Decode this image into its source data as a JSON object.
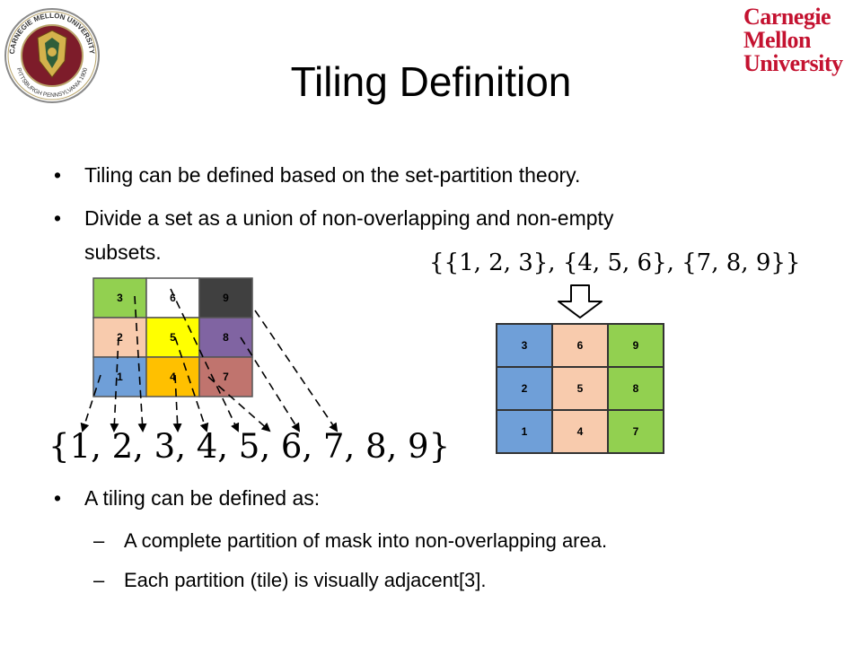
{
  "slide": {
    "title": "Tiling Definition",
    "logo": {
      "seal_text": "CARNEGIE MELLON UNIVERSITY",
      "seal_subtext": "PITTSBURGH PENNSYLVANIA 1900",
      "wordmark": [
        "Carnegie",
        "Mellon",
        "University"
      ],
      "brand_color": "#c41230"
    },
    "bullets": [
      "Tiling can be defined based on the set-partition theory.",
      "Divide a set as a union of non-overlapping and non-empty",
      "subsets.",
      "A tiling can be defined as:"
    ],
    "bullet_marker": "•",
    "sub_marker": "–",
    "sub_bullets": [
      "A  complete partition of mask into non-overlapping area.",
      "Each partition (tile) is visually adjacent[3]."
    ],
    "math": {
      "full_set": "{1, 2, 3, 4, 5, 6, 7, 8, 9}",
      "partition": "{{1, 2, 3}, {4, 5, 6}, {7, 8, 9}}"
    },
    "left_grid": {
      "labels": [
        [
          "3",
          "6",
          "9"
        ],
        [
          "2",
          "5",
          "8"
        ],
        [
          "1",
          "4",
          "7"
        ]
      ],
      "colors": [
        [
          "#92d050",
          "#ffffff",
          "#404040"
        ],
        [
          "#f8cbad",
          "#ffff00",
          "#8064a2"
        ],
        [
          "#6f9fd8",
          "#ffc000",
          "#c0746e"
        ]
      ]
    },
    "right_grid": {
      "labels": [
        [
          "3",
          "6",
          "9"
        ],
        [
          "2",
          "5",
          "8"
        ],
        [
          "1",
          "4",
          "7"
        ]
      ],
      "colors": [
        [
          "#6f9fd8",
          "#f8cbad",
          "#92d050"
        ],
        [
          "#6f9fd8",
          "#f8cbad",
          "#92d050"
        ],
        [
          "#6f9fd8",
          "#f8cbad",
          "#92d050"
        ]
      ]
    }
  }
}
